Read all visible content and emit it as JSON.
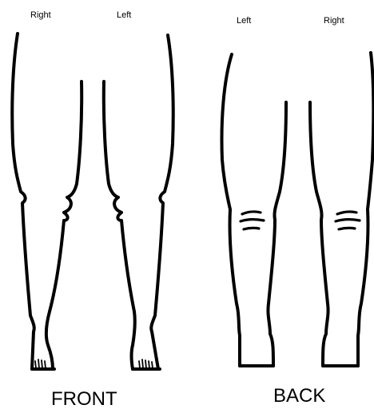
{
  "front": {
    "label_right": "Right",
    "label_left": "Left",
    "title": "FRONT"
  },
  "back": {
    "label_left": "Left",
    "label_right": "Right",
    "title": "BACK"
  },
  "colors": {
    "background": "#ffffff",
    "ink": "#000000"
  }
}
